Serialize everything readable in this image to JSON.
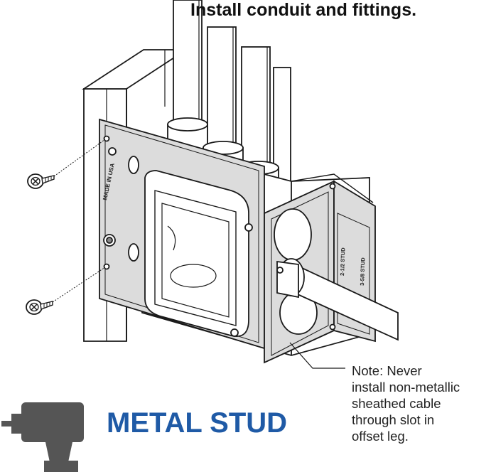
{
  "heading": "Install conduit and fittings.",
  "note": {
    "lines": [
      "Note: Never",
      "install non-metallic",
      "sheathed cable",
      "through slot in",
      "offset leg."
    ]
  },
  "stud_title": "METAL STUD",
  "bracket_labels": {
    "made_in_usa": "MADE IN USA",
    "stud_2_1_2": "2-1/2 STUD",
    "stud_3_5_8": "3-5/8 STUD"
  },
  "colors": {
    "title_blue": "#1f5aa6",
    "drill_gray": "#555555",
    "line": "#1a1a1a",
    "shade": "#dcdcdc"
  },
  "icons": [
    "drill-icon",
    "screw-icon"
  ]
}
